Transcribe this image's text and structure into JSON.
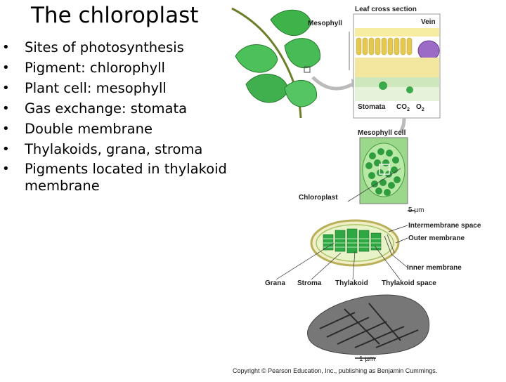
{
  "slide": {
    "title": "The chloroplast",
    "bullets": [
      "Sites of photosynthesis",
      "Pigment: chlorophyll",
      "Plant cell: mesophyll",
      "Gas exchange: stomata",
      "Double membrane",
      "Thylakoids, grana, stroma",
      "Pigments located in thylakoid membrane"
    ]
  },
  "figure": {
    "leaf_section_title": "Leaf cross section",
    "mesophyll": "Mesophyll",
    "vein": "Vein",
    "stomata": "Stomata",
    "co2": "CO",
    "co2_sub": "2",
    "o2": "O",
    "o2_sub": "2",
    "mesophyll_cell": "Mesophyll cell",
    "chloroplast": "Chloroplast",
    "scale_5um": "5 µm",
    "intermembrane_space": "Intermembrane space",
    "outer_membrane": "Outer membrane",
    "inner_membrane": "Inner membrane",
    "grana": "Grana",
    "stroma": "Stroma",
    "thylakoid": "Thylakoid",
    "thylakoid_space": "Thylakoid space",
    "scale_1um": "1 µm",
    "copyright": "Copyright © Pearson Education, Inc., publishing as Benjamin Cummings."
  }
}
